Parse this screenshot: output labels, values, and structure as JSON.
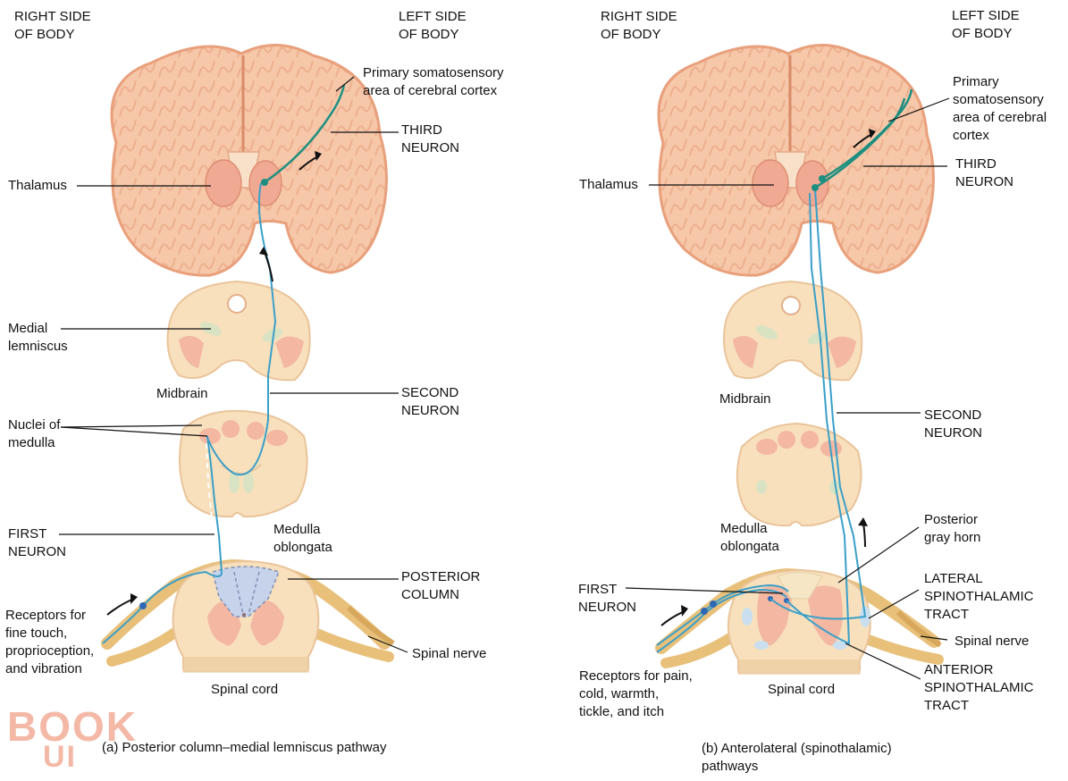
{
  "panel_a": {
    "header_right": "RIGHT SIDE\nOF BODY",
    "header_left": "LEFT SIDE\nOF BODY",
    "primary_area": "Primary somatosensory\narea of cerebral cortex",
    "third_neuron": "THIRD\nNEURON",
    "thalamus": "Thalamus",
    "medial_lemniscus": "Medial\nlemniscus",
    "midbrain": "Midbrain",
    "second_neuron": "SECOND\nNEURON",
    "nuclei_medulla": "Nuclei of\nmedulla",
    "first_neuron": "FIRST\nNEURON",
    "medulla": "Medulla\noblongata",
    "posterior_column": "POSTERIOR\nCOLUMN",
    "receptors": "Receptors for\nfine touch,\nproprioception,\nand vibration",
    "spinal_nerve": "Spinal nerve",
    "spinal_cord": "Spinal cord",
    "caption": "(a) Posterior column–medial lemniscus pathway"
  },
  "panel_b": {
    "header_right": "RIGHT SIDE\nOF BODY",
    "header_left": "LEFT SIDE\nOF BODY",
    "primary_area": "Primary\nsomatosensory\narea of cerebral\ncortex",
    "third_neuron": "THIRD\nNEURON",
    "thalamus": "Thalamus",
    "midbrain": "Midbrain",
    "second_neuron": "SECOND\nNEURON",
    "medulla": "Medulla\noblongata",
    "posterior_horn": "Posterior\ngray horn",
    "first_neuron": "FIRST\nNEURON",
    "lateral_tract": "LATERAL\nSPINOTHALAMIC\nTRACT",
    "spinal_nerve": "Spinal nerve",
    "anterior_tract": "ANTERIOR\nSPINOTHALAMIC\nTRACT",
    "receptors": "Receptors for pain,\ncold, warmth,\ntickle, and itch",
    "spinal_cord": "Spinal cord",
    "caption": "(b)  Anterolateral (spinothalamic)\n      pathways"
  },
  "watermark": {
    "line1": "BOOK",
    "line2": "UI"
  },
  "colors": {
    "brain": "#f6c7a8",
    "brain_dark": "#e9a07c",
    "cord": "#f8e0bc",
    "thalamus": "#f0a993",
    "nerve": "#e8c07a",
    "neuron": "#3a9fc9",
    "neuron_third": "#1d8f80",
    "column": "#c7d3ea",
    "watermark": "#f4b8a6"
  }
}
